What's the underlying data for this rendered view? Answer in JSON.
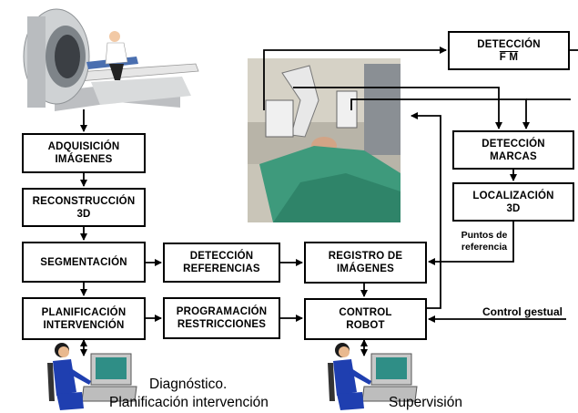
{
  "boxes": {
    "adquisicion": [
      "ADQUISICIÓN",
      "IMÁGENES"
    ],
    "reconstruccion": [
      "RECONSTRUCCIÓN",
      "3D"
    ],
    "segmentacion": [
      "SEGMENTACIÓN"
    ],
    "planificacion": [
      "PLANIFICACIÓN",
      "INTERVENCIÓN"
    ],
    "deteccion_referencias": [
      "DETECCIÓN",
      "REFERENCIAS"
    ],
    "programacion": [
      "PROGRAMACIÓN",
      "RESTRICCIONES"
    ],
    "registro": [
      "REGISTRO  DE",
      "IMÁGENES"
    ],
    "control_robot": [
      "CONTROL",
      "ROBOT"
    ],
    "deteccion_fm": [
      "DETECCIÓN",
      "F M"
    ],
    "deteccion_marcas": [
      "DETECCIÓN",
      "MARCAS"
    ],
    "localizacion": [
      "LOCALIZACIÓN",
      "3D"
    ]
  },
  "labels": {
    "puntos": [
      "Puntos de",
      "referencia"
    ],
    "control_gestual": "Control gestual",
    "diagnostico": "Diagnóstico.",
    "planificacion_intervencion": "Planificación intervención",
    "supervision": "Supervisión"
  },
  "colors": {
    "line": "#000000",
    "operator_blue": "#1f3fb0",
    "drape_green": "#3e9a7c",
    "scanner_gray": "#cfd2d4"
  },
  "icons": [
    "mri-scanner-image",
    "surgical-robot-photo",
    "operator-computer-icon"
  ]
}
